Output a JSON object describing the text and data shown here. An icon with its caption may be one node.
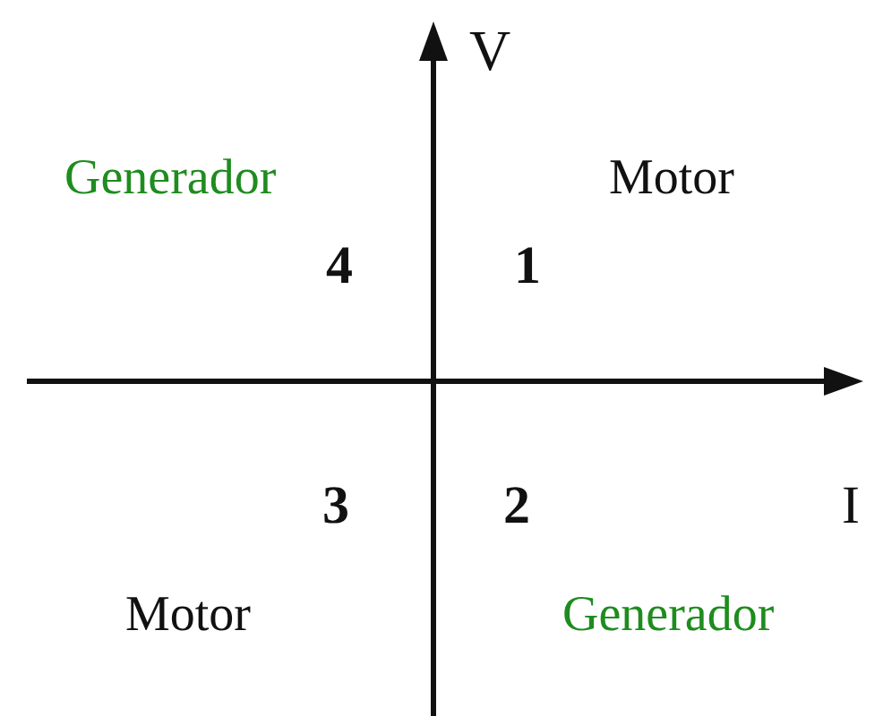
{
  "diagram": {
    "labels": [
      "V",
      "Generador",
      "Motor",
      "4",
      "1",
      "3",
      "2",
      "I",
      "Motor",
      "Generador"
    ]
  }
}
